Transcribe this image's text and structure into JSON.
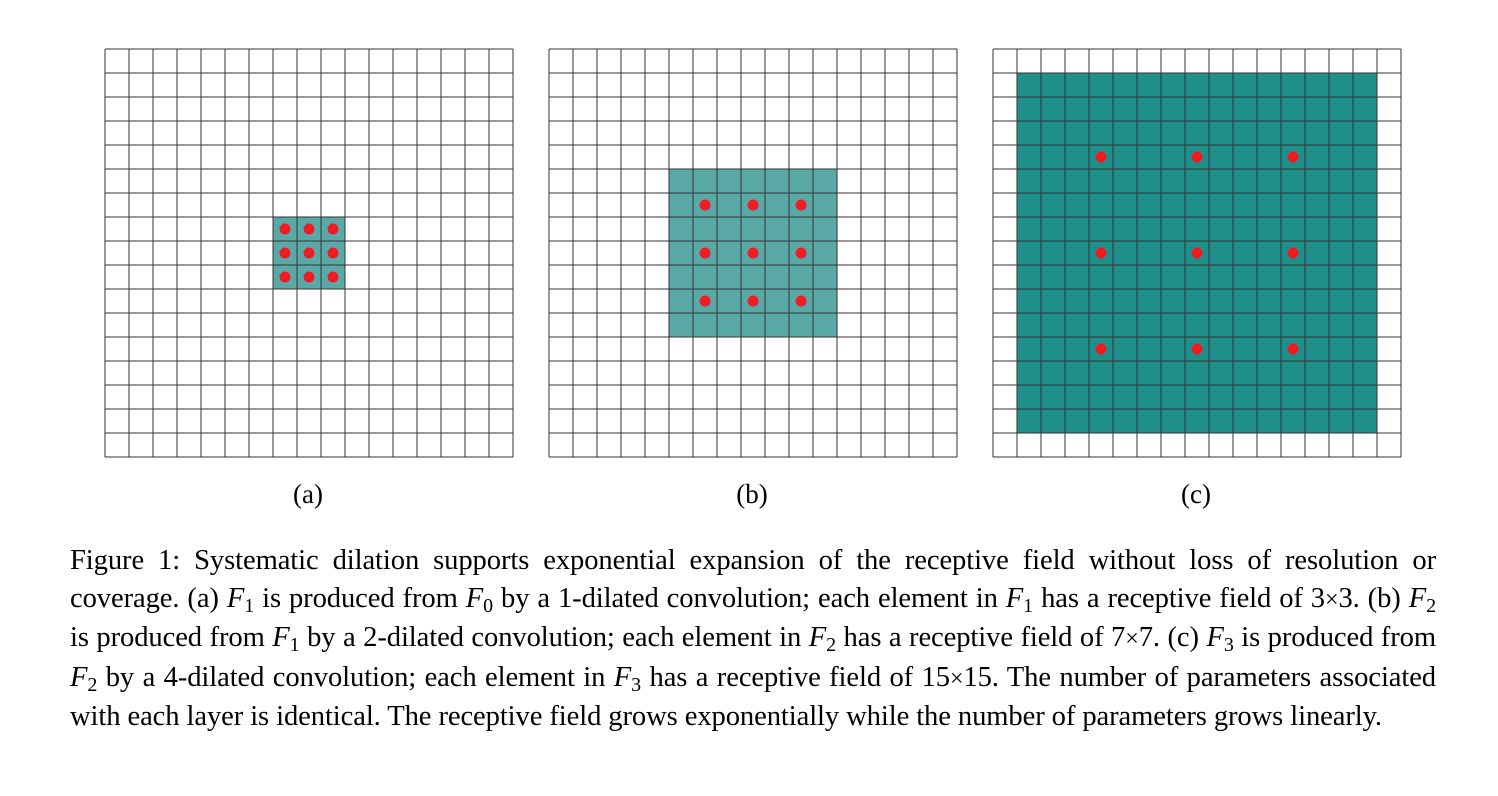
{
  "figure": {
    "grid_size": 17,
    "colors": {
      "grid_line": "#333333",
      "teal_light": "#9ccfcf",
      "teal_mid": "#5aa9a7",
      "teal_dark": "#1f8f8c",
      "dot_red": "#ee1c24",
      "background": "#ffffff"
    },
    "panels": [
      {
        "label": "(a)",
        "dilation": 1,
        "receptive_field": 3,
        "layers": [
          {
            "size": 3,
            "dilation": 1
          }
        ],
        "dots": {
          "count_per_side": 3,
          "spacing_cells": 1
        }
      },
      {
        "label": "(b)",
        "dilation": 2,
        "receptive_field": 7,
        "layers": [
          {
            "size": 3,
            "dilation": 1
          },
          {
            "size": 3,
            "dilation": 2
          }
        ],
        "dots": {
          "count_per_side": 3,
          "spacing_cells": 2
        }
      },
      {
        "label": "(c)",
        "dilation": 4,
        "receptive_field": 15,
        "layers": [
          {
            "size": 3,
            "dilation": 1
          },
          {
            "size": 3,
            "dilation": 2
          },
          {
            "size": 3,
            "dilation": 4
          }
        ],
        "dots": {
          "count_per_side": 3,
          "spacing_cells": 4
        }
      }
    ]
  },
  "caption": {
    "lead": "Figure 1: Systematic dilation supports exponential expansion of the receptive field without loss of resolution or coverage. (a) ",
    "s1a": " is produced from ",
    "s1b": " by a 1-dilated convolution; each element in ",
    "s1c": " has a receptive field of 3",
    "s1d": "3. (b) ",
    "s2a": " is produced from ",
    "s2b": " by a 2-dilated convolution; each element in ",
    "s2c": " has a receptive field of 7",
    "s2d": "7. (c) ",
    "s3a": " is produced from ",
    "s3b": " by a 4-dilated convolution; each element in ",
    "s3c": " has a receptive field of 15",
    "s3d": "15. The number of parameters associated with each layer is identical. The receptive field grows exponentially while the number of parameters grows linearly.",
    "F": "F",
    "sub0": "0",
    "sub1": "1",
    "sub2": "2",
    "sub3": "3",
    "times": "×"
  }
}
